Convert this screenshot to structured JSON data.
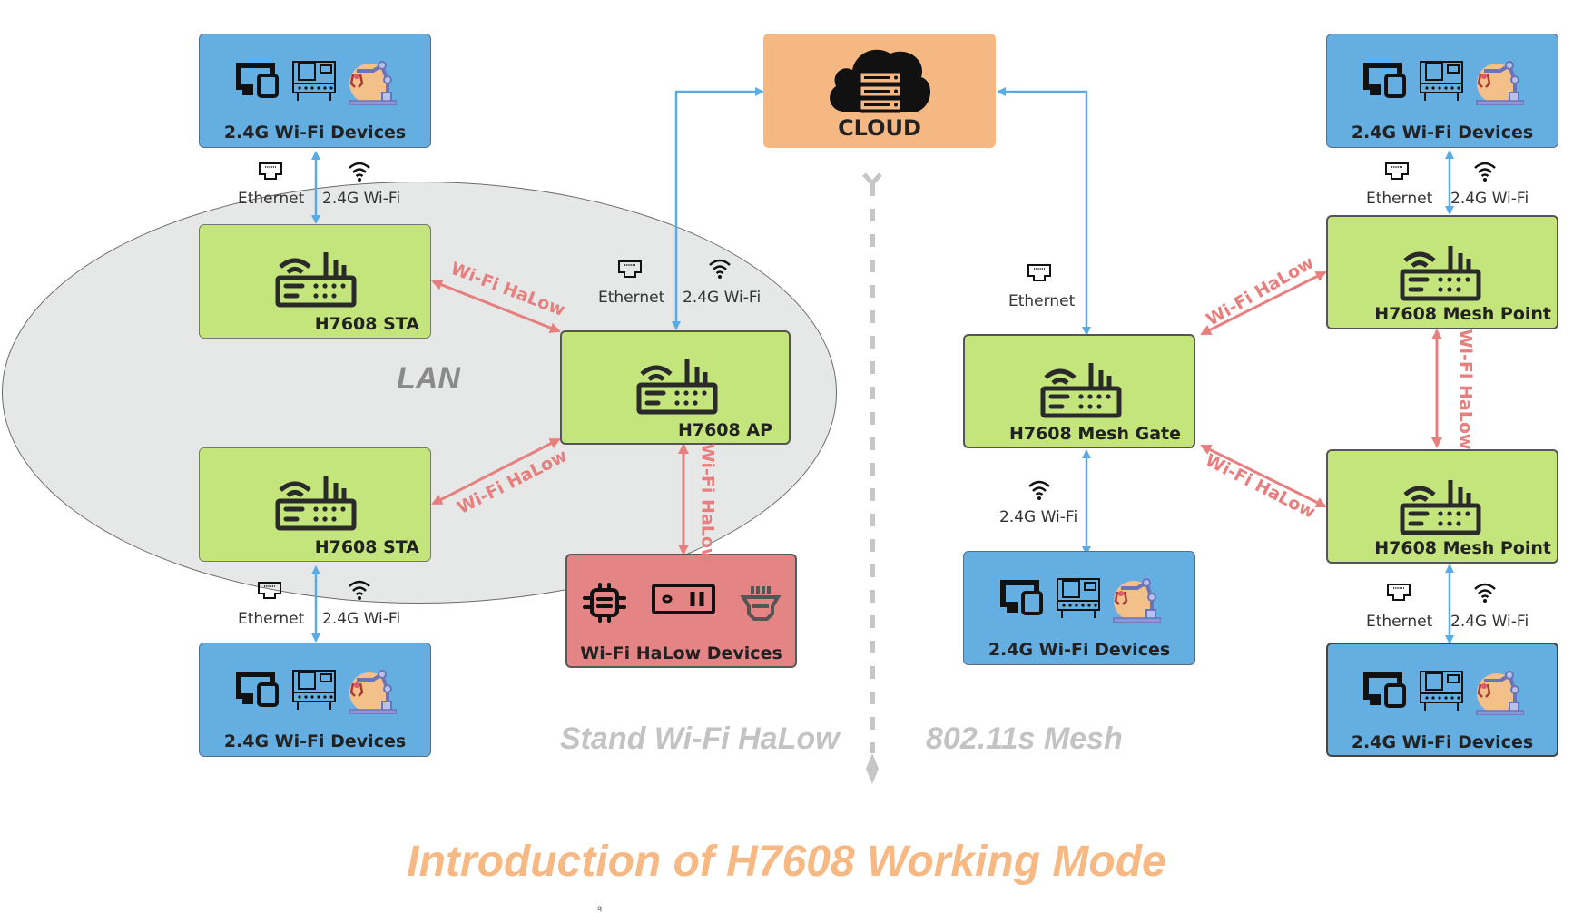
{
  "title": "Introduction of H7608 Working Mode",
  "sections": {
    "left": "Stand Wi-Fi HaLow",
    "right": "802.11s Mesh"
  },
  "lan_label": "LAN",
  "cloud": {
    "label": "CLOUD",
    "icon": "cloud-server-icon"
  },
  "colors": {
    "router": "#c3e57c",
    "wifi_devices": "#65aee2",
    "cloud": "#f6b882",
    "halow_devices": "#e58484",
    "halow_link": "#e77f7f",
    "wired_link": "#5aaae3",
    "lan_area": "#e6e7e7",
    "title": "#f7b984",
    "section_title": "#c3c3c3"
  },
  "standard_mode": {
    "ap": {
      "label": "H7608 AP",
      "icon": "router-icon"
    },
    "sta_top": {
      "label": "H7608 STA",
      "icon": "router-icon"
    },
    "sta_bottom": {
      "label": "H7608 STA",
      "icon": "router-icon"
    },
    "wifi_devices_top": {
      "label": "2.4G Wi-Fi Devices",
      "icons": [
        "monitor-phone-icon",
        "industrial-machine-icon",
        "robot-arm-icon"
      ]
    },
    "wifi_devices_bottom": {
      "label": "2.4G Wi-Fi Devices",
      "icons": [
        "monitor-phone-icon",
        "industrial-machine-icon",
        "robot-arm-icon"
      ]
    },
    "halow_devices": {
      "label": "Wi-Fi HaLow Devices",
      "icons": [
        "chip-icon",
        "switch-icon",
        "bulb-socket-icon"
      ]
    },
    "ap_uplink": {
      "ethernet": "Ethernet",
      "wifi": "2.4G Wi-Fi"
    },
    "sta_top_link": {
      "ethernet": "Ethernet",
      "wifi": "2.4G Wi-Fi"
    },
    "sta_bottom_link": {
      "ethernet": "Ethernet",
      "wifi": "2.4G Wi-Fi"
    },
    "halow_links": [
      "Wi-Fi HaLow",
      "Wi-Fi HaLow",
      "Wi-Fi HaLow"
    ]
  },
  "mesh_mode": {
    "gate": {
      "label": "H7608 Mesh Gate",
      "icon": "router-icon"
    },
    "point_top": {
      "label": "H7608 Mesh Point",
      "icon": "router-icon"
    },
    "point_bottom": {
      "label": "H7608 Mesh Point",
      "icon": "router-icon"
    },
    "wifi_devices_gate": {
      "label": "2.4G Wi-Fi Devices"
    },
    "wifi_devices_top": {
      "label": "2.4G Wi-Fi Devices"
    },
    "wifi_devices_bottom": {
      "label": "2.4G Wi-Fi Devices"
    },
    "gate_uplink": {
      "ethernet": "Ethernet"
    },
    "gate_downlink": {
      "wifi": "2.4G Wi-Fi"
    },
    "point_top_link": {
      "ethernet": "Ethernet",
      "wifi": "2.4G Wi-Fi"
    },
    "point_bottom_link": {
      "ethernet": "Ethernet",
      "wifi": "2.4G Wi-Fi"
    },
    "halow_links": [
      "Wi-Fi HaLow",
      "Wi-Fi HaLow",
      "Wi-Fi HaLow"
    ]
  },
  "footnote_mark": "q"
}
